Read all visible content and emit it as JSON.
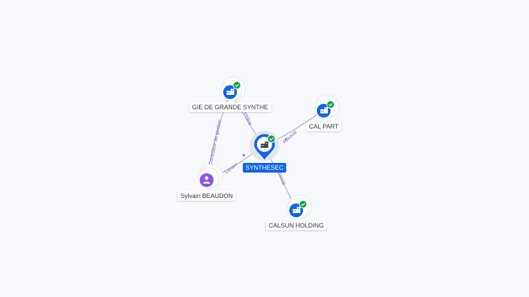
{
  "colors": {
    "company": "#1264e8",
    "person": "#8a55e6",
    "check": "#19a04b",
    "edge_label": "#6b63c9"
  },
  "nodes": {
    "center": {
      "label": "SYNTHESEC",
      "icon": "building-icon"
    },
    "gie": {
      "label": "GIE DE GRANDE SYNTHE",
      "icon": "building-icon"
    },
    "calpart": {
      "label": "CAL PART",
      "icon": "building-icon"
    },
    "calsun": {
      "label": "CALSUN HOLDING",
      "icon": "building-icon"
    },
    "sylvain": {
      "label": "Sylvain BEAUDON",
      "icon": "person-icon"
    }
  },
  "edges": {
    "gie_center": "Membre",
    "calpart_center": "Associé",
    "calsun_center": "Associé",
    "sylvain_center": "Gérant",
    "sylvain_gie": "Contrôleur de gestion"
  }
}
